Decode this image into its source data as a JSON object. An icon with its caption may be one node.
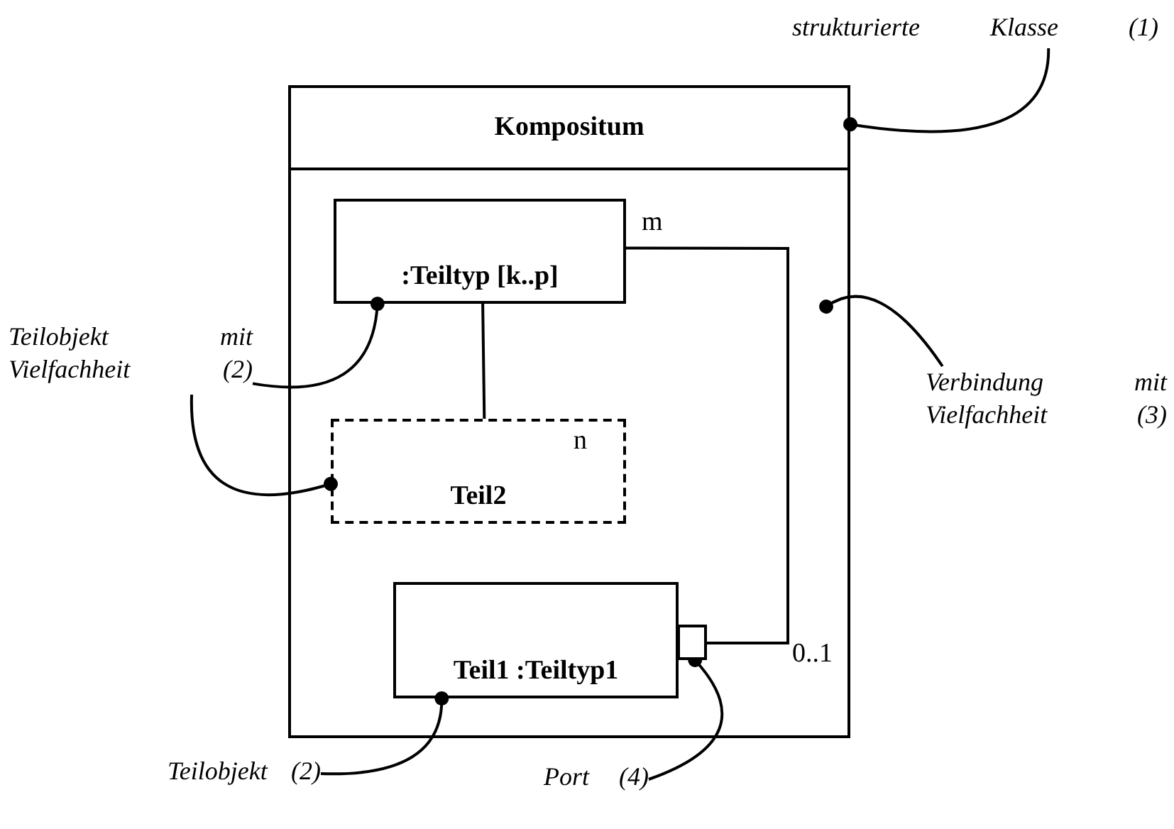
{
  "diagram": {
    "nodes": [
      {
        "text": [
          "Kompositum"
        ]
      },
      {
        "text": [
          ":Teiltyp [k..p]"
        ],
        "in": 0
      },
      {
        "text": [
          "Teil2"
        ],
        "in": 0
      },
      {
        "text": [
          "Teil1 :Teiltyp1"
        ],
        "in": 0
      },
      {
        "text": [],
        "shape": "box",
        "in": 0
      },
      {
        "text": [
          "strukturierte Klasse (1)"
        ]
      },
      {
        "text": [
          "Teilobjekt mit Vielfachheit (2)"
        ]
      },
      {
        "text": [
          "Verbindung mit Vielfachheit (3)"
        ]
      },
      {
        "text": [
          "Teilobjekt (2)"
        ]
      },
      {
        "text": [
          "Port (4)"
        ]
      }
    ],
    "edges": [
      {
        "from": 1,
        "to": 2,
        "arrow": "none"
      },
      {
        "from": 1,
        "to": 4,
        "arrow": "none"
      },
      {
        "from": 5,
        "to": 0,
        "arrow": "other"
      },
      {
        "from": 6,
        "to": 1,
        "arrow": "other"
      },
      {
        "from": 6,
        "to": 2,
        "arrow": "other"
      },
      {
        "from": 7,
        "to": 0,
        "arrow": "other"
      },
      {
        "from": 8,
        "to": 3,
        "arrow": "other"
      },
      {
        "from": 9,
        "to": 4,
        "arrow": "other"
      }
    ],
    "labels": [
      "m",
      "n",
      "0..1"
    ]
  }
}
